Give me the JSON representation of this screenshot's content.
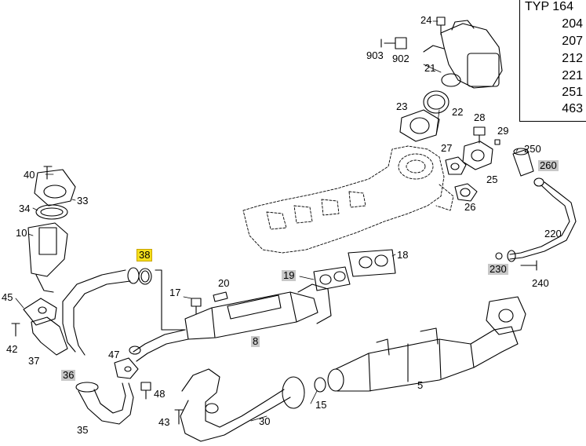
{
  "type_box": {
    "title": "TYP 164",
    "types": [
      "204",
      "207",
      "212",
      "221",
      "251",
      "463"
    ]
  },
  "labels": {
    "p24": "24",
    "p903": "903",
    "p902": "902",
    "p21": "21",
    "p23": "23",
    "p22": "22",
    "p28": "28",
    "p29": "29",
    "p27": "27",
    "p25": "25",
    "p26": "26",
    "p250": "250",
    "p260": "260",
    "p220": "220",
    "p230": "230",
    "p240": "240",
    "p18": "18",
    "p19": "19",
    "p17": "17",
    "p20": "20",
    "p8": "8",
    "p38": "38",
    "p40": "40",
    "p33": "33",
    "p34": "34",
    "p10": "10",
    "p45": "45",
    "p42": "42",
    "p37": "37",
    "p47": "47",
    "p36": "36",
    "p48": "48",
    "p35": "35",
    "p43": "43",
    "p30": "30",
    "p15": "15",
    "p5": "5"
  },
  "colors": {
    "highlight_yellow": "#f5e01c",
    "highlight_gray": "#c8c8c8",
    "line": "#000000"
  }
}
